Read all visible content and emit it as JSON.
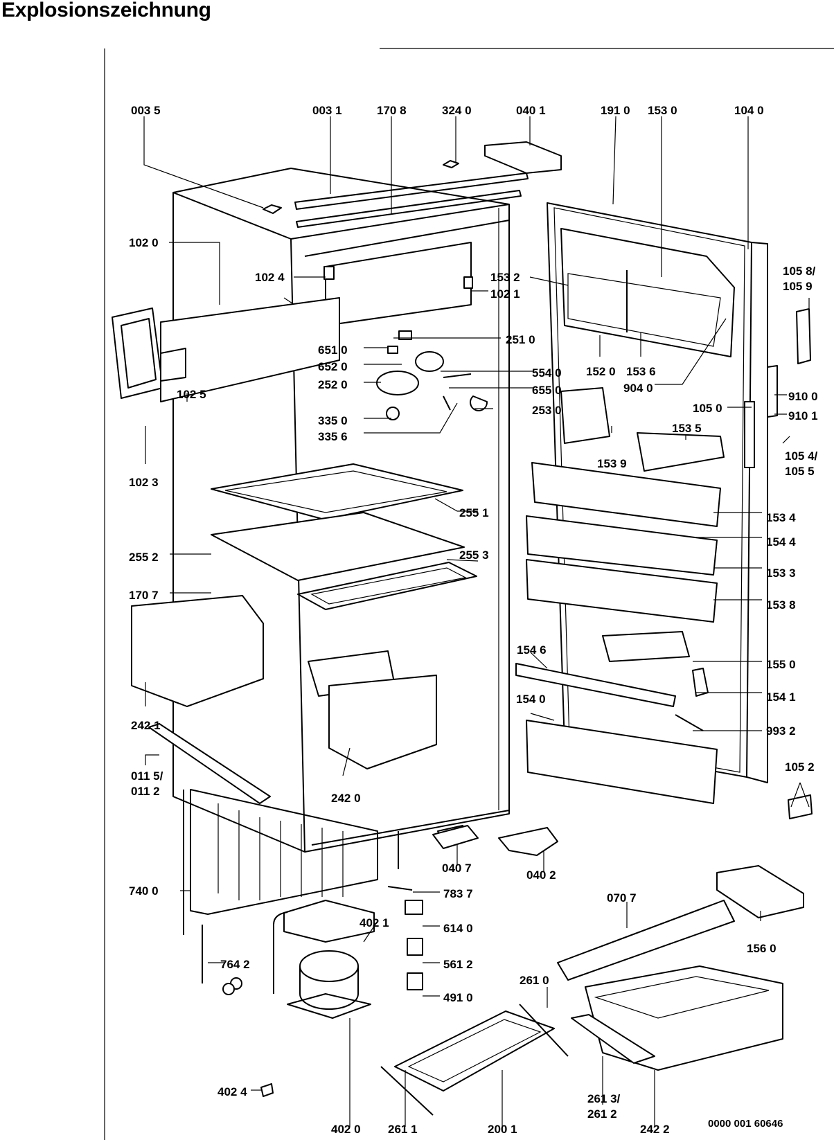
{
  "title": "Explosionszeichnung",
  "document_number": "0000 001 60646",
  "parts": [
    {
      "key": "p0035",
      "label": "003 5"
    },
    {
      "key": "p0031",
      "label": "003 1"
    },
    {
      "key": "p1708",
      "label": "170 8"
    },
    {
      "key": "p3240",
      "label": "324 0"
    },
    {
      "key": "p0401",
      "label": "040 1"
    },
    {
      "key": "p1910",
      "label": "191 0"
    },
    {
      "key": "p1530",
      "label": "153 0"
    },
    {
      "key": "p1040",
      "label": "104 0"
    },
    {
      "key": "p1020",
      "label": "102 0"
    },
    {
      "key": "p1024",
      "label": "102 4"
    },
    {
      "key": "p1532",
      "label": "153 2"
    },
    {
      "key": "p1021",
      "label": "102 1"
    },
    {
      "key": "p1058",
      "label": "105 8/\n105 9"
    },
    {
      "key": "p2510",
      "label": "251 0"
    },
    {
      "key": "p6510",
      "label": "651 0"
    },
    {
      "key": "p6520",
      "label": "652 0"
    },
    {
      "key": "p2520",
      "label": "252 0"
    },
    {
      "key": "p5540",
      "label": "554 0"
    },
    {
      "key": "p6550",
      "label": "655 0"
    },
    {
      "key": "p2530",
      "label": "253 0"
    },
    {
      "key": "p1520",
      "label": "152 0"
    },
    {
      "key": "p1536",
      "label": "153 6"
    },
    {
      "key": "p9040",
      "label": "904 0"
    },
    {
      "key": "p1025",
      "label": "102 5"
    },
    {
      "key": "p3350",
      "label": "335 0"
    },
    {
      "key": "p3356",
      "label": "335 6"
    },
    {
      "key": "p1050",
      "label": "105 0"
    },
    {
      "key": "p9100",
      "label": "910 0"
    },
    {
      "key": "p9101",
      "label": "910 1"
    },
    {
      "key": "p1535",
      "label": "153 5"
    },
    {
      "key": "p1023",
      "label": "102 3"
    },
    {
      "key": "p1539",
      "label": "153 9"
    },
    {
      "key": "p1054",
      "label": "105 4/\n105 5"
    },
    {
      "key": "p2551",
      "label": "255 1"
    },
    {
      "key": "p1534",
      "label": "153 4"
    },
    {
      "key": "p2552",
      "label": "255 2"
    },
    {
      "key": "p2553",
      "label": "255 3"
    },
    {
      "key": "p1544",
      "label": "154 4"
    },
    {
      "key": "p1533",
      "label": "153 3"
    },
    {
      "key": "p1707",
      "label": "170 7"
    },
    {
      "key": "p1538",
      "label": "153 8"
    },
    {
      "key": "p1546",
      "label": "154 6"
    },
    {
      "key": "p1550",
      "label": "155 0"
    },
    {
      "key": "p1541",
      "label": "154 1"
    },
    {
      "key": "p1540",
      "label": "154 0"
    },
    {
      "key": "p2421",
      "label": "242 1"
    },
    {
      "key": "p9932",
      "label": "993 2"
    },
    {
      "key": "p0115",
      "label": "011 5/\n011 2"
    },
    {
      "key": "p2420",
      "label": "242 0"
    },
    {
      "key": "p1052",
      "label": "105 2"
    },
    {
      "key": "p0407",
      "label": "040 7"
    },
    {
      "key": "p0402",
      "label": "040 2"
    },
    {
      "key": "p7400",
      "label": "740 0"
    },
    {
      "key": "p7837",
      "label": "783 7"
    },
    {
      "key": "p0707",
      "label": "070 7"
    },
    {
      "key": "p4021",
      "label": "402 1"
    },
    {
      "key": "p6140",
      "label": "614 0"
    },
    {
      "key": "p1560",
      "label": "156 0"
    },
    {
      "key": "p7642",
      "label": "764 2"
    },
    {
      "key": "p5612",
      "label": "561 2"
    },
    {
      "key": "p2610",
      "label": "261 0"
    },
    {
      "key": "p4910",
      "label": "491 0"
    },
    {
      "key": "p4024",
      "label": "402 4"
    },
    {
      "key": "p2613",
      "label": "261 3/\n261 2"
    },
    {
      "key": "p4020",
      "label": "402 0"
    },
    {
      "key": "p2611",
      "label": "261 1"
    },
    {
      "key": "p2001",
      "label": "200 1"
    },
    {
      "key": "p2422",
      "label": "242 2"
    }
  ]
}
